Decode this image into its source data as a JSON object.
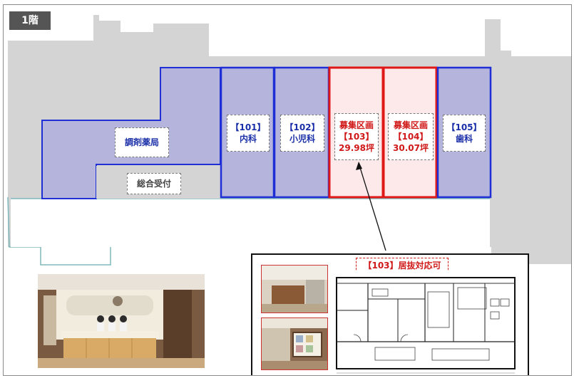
{
  "floor": {
    "label": "1階"
  },
  "units": [
    {
      "id": "pharmacy",
      "lines": [
        "調剤薬局"
      ],
      "status": "tenant"
    },
    {
      "id": "reception",
      "lines": [
        "総合受付"
      ],
      "status": "common"
    },
    {
      "id": "101",
      "lines": [
        "【101】",
        "内科"
      ],
      "status": "tenant"
    },
    {
      "id": "102",
      "lines": [
        "【102】",
        "小児科"
      ],
      "status": "tenant"
    },
    {
      "id": "103",
      "lines": [
        "募集区画",
        "【103】",
        "29.98坪"
      ],
      "status": "vacant"
    },
    {
      "id": "104",
      "lines": [
        "募集区画",
        "【104】",
        "30.07坪"
      ],
      "status": "vacant"
    },
    {
      "id": "105",
      "lines": [
        "【105】",
        "歯科"
      ],
      "status": "tenant"
    }
  ],
  "inset": {
    "title": "【103】居抜対応可"
  },
  "colors": {
    "tenant_fill": "#b4b4dc",
    "tenant_border": "#1f2fd6",
    "vacant_fill": "#fde9e9",
    "vacant_border": "#e01818",
    "building_gray": "#d4d4d4",
    "outline_teal": "#7fb8bc"
  }
}
